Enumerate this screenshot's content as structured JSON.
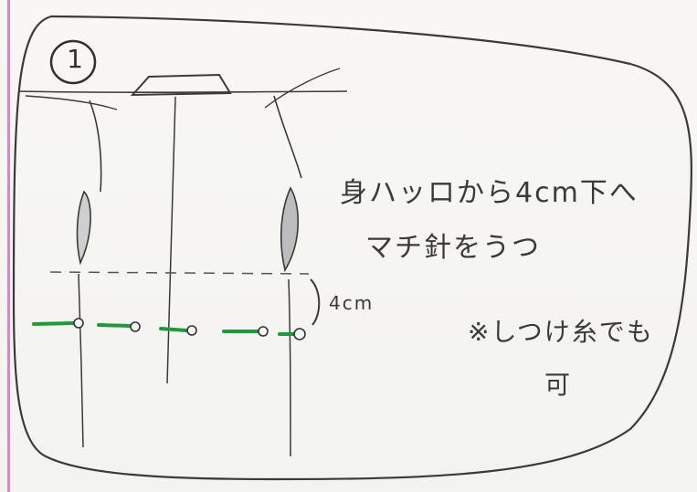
{
  "diagram": {
    "step_number": "1",
    "measure_label": "4cm",
    "instruction_lines": [
      "身ハッロから4cm下へ",
      "マチ針をうつ"
    ],
    "note_lines": [
      "※しつけ糸でも",
      "可"
    ],
    "colors": {
      "ink": "#3a3a3a",
      "pin": "#1f9a3a",
      "margin": "#d08cc0"
    }
  }
}
